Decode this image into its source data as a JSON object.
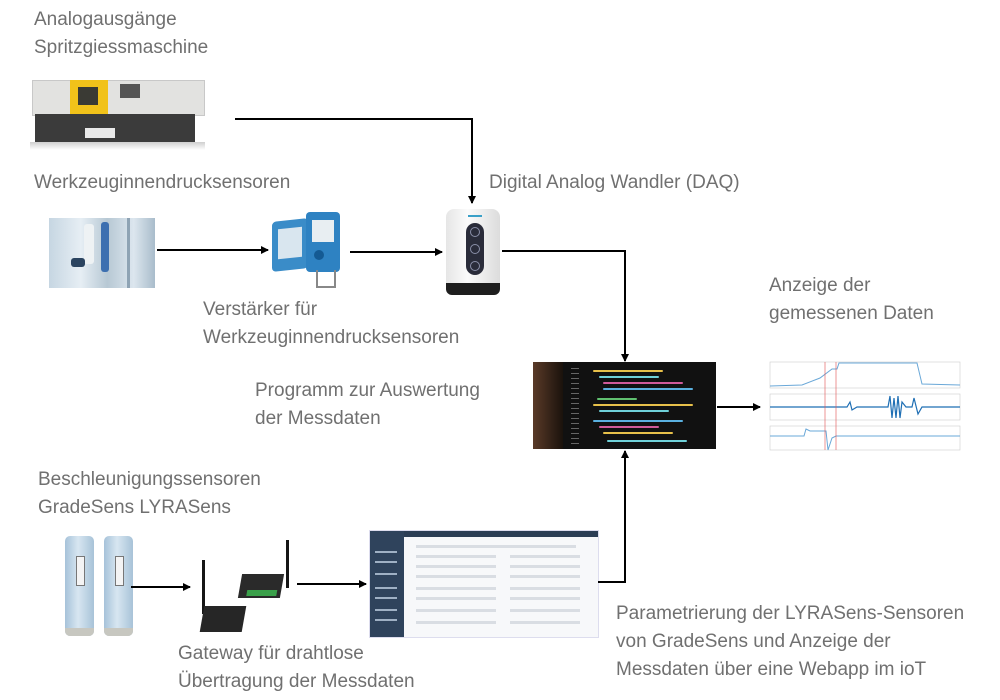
{
  "diagram": {
    "nodes": {
      "machine": {
        "label_lines": [
          "Analogausgänge",
          "Spritzgiessmaschine"
        ],
        "icon": "injection-molding-machine"
      },
      "pressure_sensors": {
        "label": "Werkzeuginnendrucksensoren",
        "icon": "pressure-sensor-photo"
      },
      "amplifier": {
        "label_lines": [
          "Verstärker für",
          "Werkzeuginnendrucksensoren"
        ],
        "icon": "charge-amplifier"
      },
      "daq": {
        "label": "Digital Analog Wandler (DAQ)",
        "icon": "daq-device"
      },
      "program": {
        "label_lines": [
          "Programm zur Auswertung",
          "der Messdaten"
        ],
        "icon": "code-screen"
      },
      "display": {
        "label_lines": [
          "Anzeige der",
          "gemessenen Daten"
        ],
        "icon": "signal-plots"
      },
      "accel_sensors": {
        "label_lines": [
          "Beschleunigungssensoren",
          "GradeSens LYRASens"
        ],
        "icon": "lyrasens-sensors"
      },
      "gateway": {
        "label_lines": [
          "Gateway für drahtlose",
          "Übertragung der Messdaten"
        ],
        "icon": "wireless-gateway"
      },
      "webapp": {
        "label_lines": [
          "Parametrierung der LYRASens-Sensoren",
          "von GradeSens und Anzeige der",
          "Messdaten über eine Webapp im ioT"
        ],
        "icon": "web-app-screenshot"
      }
    },
    "edges": [
      {
        "from": "machine",
        "to": "daq"
      },
      {
        "from": "pressure_sensors",
        "to": "amplifier"
      },
      {
        "from": "amplifier",
        "to": "daq"
      },
      {
        "from": "daq",
        "to": "program"
      },
      {
        "from": "webapp",
        "to": "program"
      },
      {
        "from": "program",
        "to": "display"
      },
      {
        "from": "accel_sensors",
        "to": "gateway"
      },
      {
        "from": "gateway",
        "to": "webapp"
      }
    ],
    "colors": {
      "text": "#707070",
      "wire": "#000000",
      "signal": "#1f6fb4",
      "marker": "#e05050"
    }
  }
}
